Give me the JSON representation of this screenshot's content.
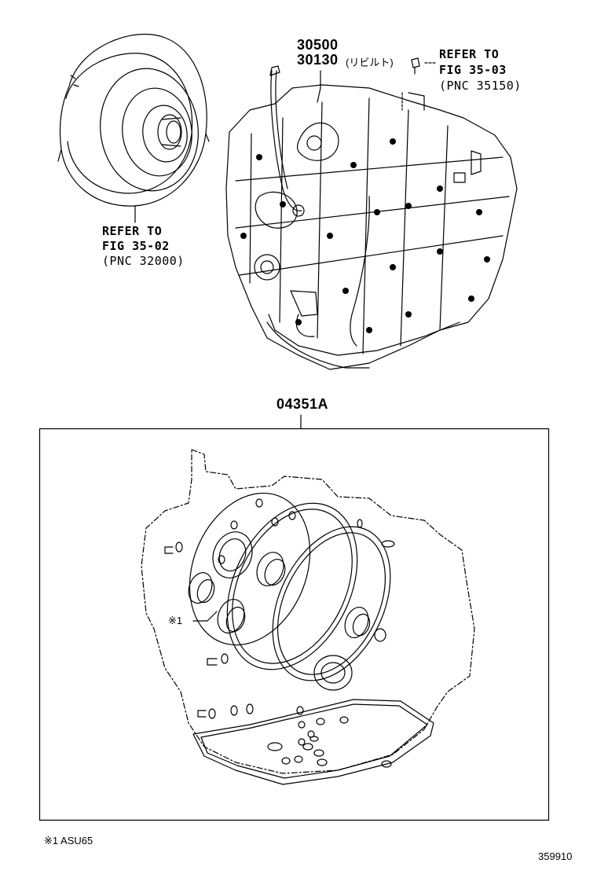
{
  "parts": {
    "transaxle_number": "30500",
    "rebuilt_number": "30130",
    "rebuilt_note": "(リビルト)",
    "gasket_kit_number": "04351A"
  },
  "refer_left": {
    "line1": "REFER TO",
    "line2": "FIG 35-02",
    "line3": "(PNC 32000)"
  },
  "refer_right": {
    "line1": "REFER TO",
    "line2": "FIG 35-03",
    "line3": "(PNC 35150)"
  },
  "callout_marker": "※1",
  "footnote": "※1 ASU65",
  "figure_id": "359910"
}
